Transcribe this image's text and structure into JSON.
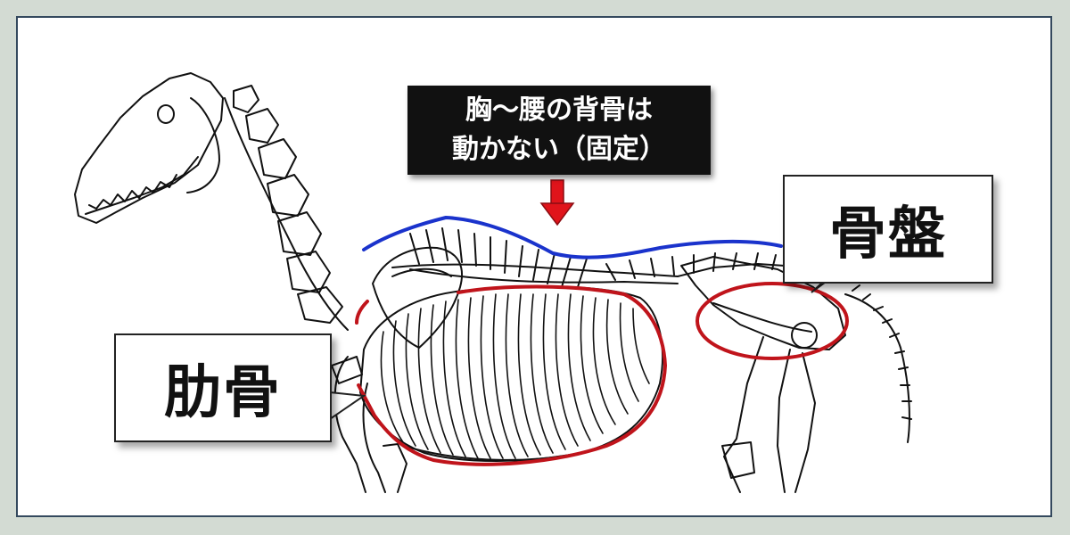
{
  "callout": {
    "line1": "胸～腰の背骨は",
    "line2": "動かない（固定）"
  },
  "labels": {
    "pelvis": "骨盤",
    "ribs": "肋骨"
  },
  "colors": {
    "background": "#d3dbd3",
    "frame_border": "#34495e",
    "spine_highlight": "#1a33cc",
    "outline_highlight": "#c0141b",
    "arrow": "#e0141b",
    "callout_bg": "#111111"
  },
  "icons": {
    "arrow": "down-arrow-icon"
  }
}
